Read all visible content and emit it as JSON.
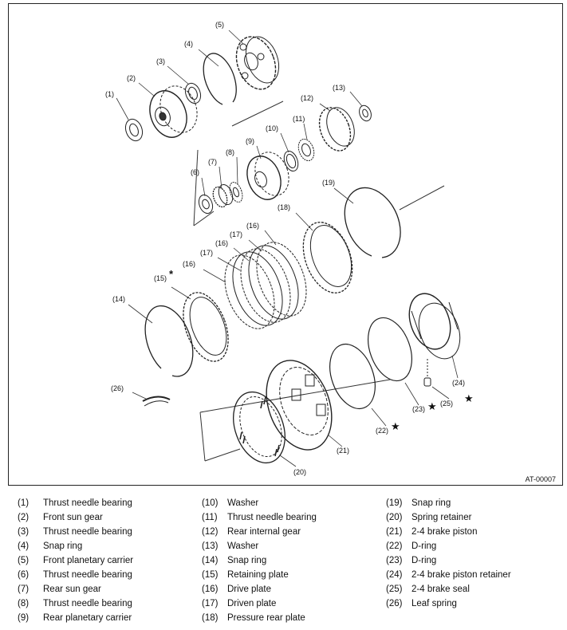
{
  "figure_code": "AT-00007",
  "callouts": [
    {
      "id": "1",
      "text": "(1)"
    },
    {
      "id": "2",
      "text": "(2)"
    },
    {
      "id": "3",
      "text": "(3)"
    },
    {
      "id": "4",
      "text": "(4)"
    },
    {
      "id": "5",
      "text": "(5)"
    },
    {
      "id": "6",
      "text": "(6)"
    },
    {
      "id": "7",
      "text": "(7)"
    },
    {
      "id": "8",
      "text": "(8)"
    },
    {
      "id": "9",
      "text": "(9)"
    },
    {
      "id": "10",
      "text": "(10)"
    },
    {
      "id": "11",
      "text": "(11)"
    },
    {
      "id": "12",
      "text": "(12)"
    },
    {
      "id": "13",
      "text": "(13)"
    },
    {
      "id": "14",
      "text": "(14)"
    },
    {
      "id": "15",
      "text": "(15)"
    },
    {
      "id": "16a",
      "text": "(16)"
    },
    {
      "id": "16b",
      "text": "(16)"
    },
    {
      "id": "16c",
      "text": "(16)"
    },
    {
      "id": "17a",
      "text": "(17)"
    },
    {
      "id": "17b",
      "text": "(17)"
    },
    {
      "id": "18",
      "text": "(18)"
    },
    {
      "id": "19",
      "text": "(19)"
    },
    {
      "id": "20",
      "text": "(20)"
    },
    {
      "id": "21",
      "text": "(21)"
    },
    {
      "id": "22",
      "text": "(22)"
    },
    {
      "id": "23",
      "text": "(23)"
    },
    {
      "id": "24",
      "text": "(24)"
    },
    {
      "id": "25",
      "text": "(25)"
    },
    {
      "id": "26",
      "text": "(26)"
    }
  ],
  "marks": {
    "asterisk": "*",
    "star": "★"
  },
  "legend": [
    [
      {
        "num": "(1)",
        "label": "Thrust needle bearing"
      },
      {
        "num": "(2)",
        "label": "Front sun gear"
      },
      {
        "num": "(3)",
        "label": "Thrust needle bearing"
      },
      {
        "num": "(4)",
        "label": "Snap ring"
      },
      {
        "num": "(5)",
        "label": "Front planetary carrier"
      },
      {
        "num": "(6)",
        "label": "Thrust needle bearing"
      },
      {
        "num": "(7)",
        "label": "Rear sun gear"
      },
      {
        "num": "(8)",
        "label": "Thrust needle bearing"
      },
      {
        "num": "(9)",
        "label": "Rear planetary carrier"
      }
    ],
    [
      {
        "num": "(10)",
        "label": "Washer"
      },
      {
        "num": "(11)",
        "label": "Thrust needle bearing"
      },
      {
        "num": "(12)",
        "label": "Rear internal gear"
      },
      {
        "num": "(13)",
        "label": "Washer"
      },
      {
        "num": "(14)",
        "label": "Snap ring"
      },
      {
        "num": "(15)",
        "label": "Retaining plate"
      },
      {
        "num": "(16)",
        "label": "Drive plate"
      },
      {
        "num": "(17)",
        "label": "Driven plate"
      },
      {
        "num": "(18)",
        "label": "Pressure rear plate"
      }
    ],
    [
      {
        "num": "(19)",
        "label": "Snap ring"
      },
      {
        "num": "(20)",
        "label": "Spring retainer"
      },
      {
        "num": "(21)",
        "label": "2-4 brake piston"
      },
      {
        "num": "(22)",
        "label": "D-ring"
      },
      {
        "num": "(23)",
        "label": "D-ring"
      },
      {
        "num": "(24)",
        "label": "2-4 brake piston retainer"
      },
      {
        "num": "(25)",
        "label": "2-4 brake seal"
      },
      {
        "num": "(26)",
        "label": "Leaf spring"
      }
    ]
  ]
}
